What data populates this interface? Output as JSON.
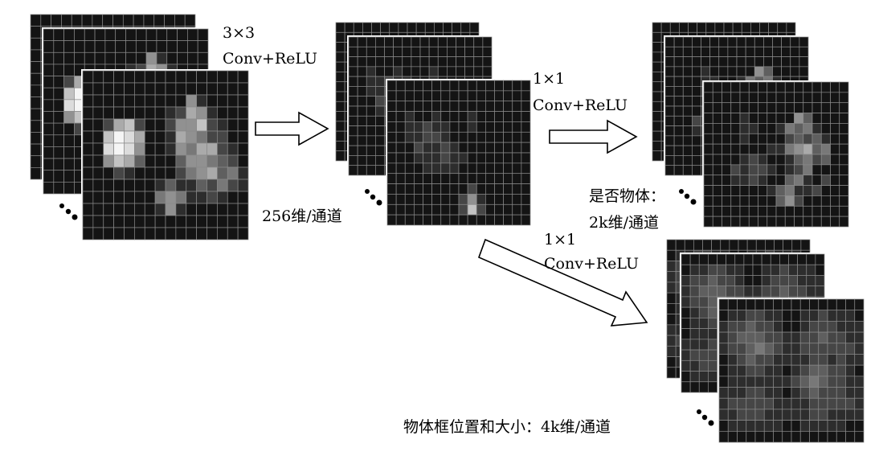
{
  "stacks": [
    {
      "id": "input",
      "name": "input-feature-stack",
      "cells": [
        [
          1,
          1,
          1,
          1,
          1,
          1,
          1,
          1,
          1,
          1,
          1,
          1,
          1,
          1,
          1,
          1
        ],
        [
          1,
          1,
          1,
          1,
          1,
          1,
          1,
          1,
          1,
          1,
          1,
          1,
          1,
          1,
          1,
          1
        ],
        [
          1,
          1,
          1,
          1,
          1,
          1,
          1,
          1,
          1,
          1,
          6,
          2,
          1,
          1,
          1,
          1
        ],
        [
          1,
          1,
          1,
          1,
          1,
          1,
          1,
          1,
          2,
          3,
          7,
          6,
          2,
          1,
          1,
          1
        ],
        [
          1,
          1,
          3,
          7,
          8,
          3,
          1,
          1,
          3,
          6,
          6,
          8,
          3,
          2,
          1,
          1
        ],
        [
          1,
          1,
          8,
          10,
          9,
          7,
          1,
          1,
          2,
          7,
          6,
          5,
          3,
          3,
          1,
          1
        ],
        [
          1,
          1,
          9,
          10,
          9,
          6,
          1,
          1,
          2,
          6,
          5,
          7,
          7,
          3,
          2,
          1
        ],
        [
          1,
          1,
          6,
          8,
          7,
          4,
          1,
          1,
          1,
          4,
          6,
          6,
          5,
          4,
          3,
          1
        ],
        [
          1,
          1,
          1,
          3,
          2,
          1,
          1,
          1,
          1,
          3,
          5,
          6,
          7,
          4,
          5,
          2
        ],
        [
          1,
          1,
          1,
          1,
          1,
          1,
          1,
          2,
          4,
          2,
          2,
          4,
          3,
          5,
          3,
          2
        ],
        [
          1,
          1,
          1,
          1,
          1,
          1,
          1,
          5,
          6,
          5,
          2,
          2,
          3,
          2,
          1,
          1
        ],
        [
          1,
          1,
          1,
          1,
          1,
          1,
          1,
          2,
          6,
          2,
          1,
          1,
          1,
          1,
          1,
          1
        ],
        [
          1,
          1,
          1,
          1,
          1,
          1,
          1,
          1,
          1,
          1,
          1,
          1,
          1,
          1,
          1,
          1
        ],
        [
          1,
          1,
          1,
          1,
          1,
          1,
          1,
          1,
          1,
          1,
          1,
          1,
          1,
          1,
          1,
          1
        ]
      ]
    },
    {
      "id": "mid",
      "name": "intermediate-feature-stack",
      "cells": [
        [
          1,
          1,
          1,
          1,
          1,
          1,
          1,
          1,
          1,
          1,
          1,
          1,
          1,
          1,
          1,
          1
        ],
        [
          1,
          1,
          1,
          1,
          1,
          1,
          1,
          1,
          1,
          1,
          1,
          1,
          1,
          1,
          1,
          1
        ],
        [
          1,
          1,
          1,
          1,
          1,
          1,
          1,
          1,
          1,
          1,
          1,
          1,
          1,
          1,
          1,
          1
        ],
        [
          1,
          1,
          2,
          1,
          1,
          2,
          1,
          1,
          1,
          2,
          1,
          1,
          1,
          1,
          1,
          1
        ],
        [
          1,
          1,
          2,
          2,
          3,
          2,
          2,
          1,
          1,
          2,
          1,
          1,
          1,
          1,
          1,
          1
        ],
        [
          1,
          1,
          2,
          2,
          3,
          3,
          2,
          1,
          1,
          1,
          1,
          1,
          1,
          1,
          1,
          1
        ],
        [
          1,
          1,
          1,
          3,
          2,
          2,
          3,
          2,
          1,
          1,
          1,
          1,
          1,
          1,
          1,
          1
        ],
        [
          1,
          1,
          1,
          2,
          2,
          2,
          3,
          2,
          2,
          1,
          1,
          1,
          1,
          1,
          1,
          1
        ],
        [
          1,
          1,
          1,
          1,
          2,
          2,
          2,
          2,
          1,
          1,
          1,
          1,
          1,
          1,
          1,
          1
        ],
        [
          1,
          1,
          1,
          1,
          1,
          1,
          1,
          1,
          1,
          1,
          1,
          1,
          1,
          1,
          1,
          1
        ],
        [
          1,
          1,
          1,
          1,
          1,
          1,
          1,
          1,
          1,
          3,
          1,
          1,
          1,
          1,
          1,
          1
        ],
        [
          1,
          1,
          1,
          1,
          1,
          1,
          1,
          1,
          3,
          6,
          2,
          1,
          1,
          1,
          1,
          1
        ],
        [
          1,
          1,
          1,
          1,
          1,
          1,
          1,
          1,
          3,
          8,
          3,
          1,
          1,
          1,
          1,
          1
        ],
        [
          1,
          1,
          1,
          1,
          1,
          1,
          1,
          1,
          1,
          1,
          1,
          1,
          1,
          1,
          1,
          1
        ]
      ]
    },
    {
      "id": "cls",
      "name": "objectness-feature-stack",
      "cells": [
        [
          1,
          1,
          1,
          1,
          1,
          1,
          1,
          1,
          1,
          1,
          1,
          1,
          1,
          1,
          1,
          1
        ],
        [
          1,
          1,
          1,
          1,
          1,
          1,
          1,
          1,
          1,
          1,
          1,
          1,
          1,
          1,
          1,
          1
        ],
        [
          1,
          1,
          1,
          1,
          1,
          1,
          1,
          1,
          1,
          1,
          1,
          1,
          1,
          1,
          1,
          1
        ],
        [
          1,
          1,
          1,
          1,
          2,
          1,
          1,
          1,
          1,
          1,
          6,
          4,
          1,
          1,
          1,
          1
        ],
        [
          1,
          1,
          1,
          1,
          2,
          2,
          1,
          1,
          2,
          5,
          4,
          5,
          2,
          1,
          1,
          1
        ],
        [
          1,
          1,
          1,
          1,
          2,
          1,
          1,
          1,
          1,
          3,
          4,
          3,
          4,
          2,
          1,
          1
        ],
        [
          1,
          1,
          1,
          1,
          1,
          1,
          1,
          2,
          2,
          5,
          6,
          7,
          4,
          5,
          1,
          1
        ],
        [
          1,
          1,
          1,
          1,
          2,
          3,
          2,
          1,
          1,
          2,
          4,
          5,
          3,
          4,
          1,
          1
        ],
        [
          1,
          1,
          1,
          3,
          2,
          3,
          3,
          2,
          1,
          2,
          3,
          5,
          1,
          1,
          1,
          1
        ],
        [
          1,
          1,
          1,
          2,
          2,
          3,
          2,
          1,
          1,
          4,
          5,
          2,
          1,
          3,
          1,
          1
        ],
        [
          1,
          1,
          1,
          1,
          1,
          1,
          1,
          2,
          4,
          5,
          2,
          2,
          3,
          1,
          1,
          1
        ],
        [
          1,
          1,
          1,
          1,
          1,
          1,
          1,
          1,
          4,
          6,
          3,
          1,
          1,
          1,
          1,
          1
        ],
        [
          1,
          1,
          1,
          1,
          1,
          1,
          1,
          1,
          1,
          1,
          1,
          1,
          1,
          1,
          1,
          1
        ],
        [
          1,
          1,
          1,
          1,
          1,
          1,
          1,
          1,
          1,
          1,
          1,
          1,
          1,
          1,
          1,
          1
        ]
      ]
    },
    {
      "id": "box",
      "name": "box-regression-feature-stack",
      "cells": [
        [
          1,
          1,
          1,
          1,
          1,
          1,
          1,
          1,
          1,
          1,
          1,
          1,
          1,
          1,
          1,
          1
        ],
        [
          1,
          2,
          2,
          3,
          3,
          2,
          2,
          1,
          1,
          2,
          2,
          3,
          2,
          2,
          2,
          1
        ],
        [
          2,
          3,
          3,
          4,
          3,
          3,
          2,
          1,
          1,
          2,
          3,
          3,
          3,
          2,
          2,
          2
        ],
        [
          2,
          3,
          4,
          4,
          4,
          3,
          3,
          2,
          2,
          3,
          3,
          4,
          3,
          3,
          2,
          2
        ],
        [
          2,
          3,
          3,
          4,
          5,
          4,
          3,
          2,
          2,
          3,
          3,
          3,
          3,
          3,
          3,
          2
        ],
        [
          1,
          2,
          3,
          4,
          3,
          3,
          2,
          2,
          2,
          2,
          3,
          3,
          2,
          3,
          2,
          2
        ],
        [
          1,
          2,
          2,
          3,
          3,
          2,
          2,
          1,
          2,
          3,
          4,
          4,
          3,
          3,
          2,
          1
        ],
        [
          1,
          2,
          2,
          2,
          2,
          2,
          2,
          2,
          3,
          4,
          5,
          4,
          3,
          3,
          2,
          2
        ],
        [
          2,
          2,
          2,
          3,
          3,
          2,
          2,
          1,
          2,
          3,
          4,
          3,
          3,
          3,
          2,
          2
        ],
        [
          2,
          3,
          3,
          3,
          3,
          3,
          2,
          2,
          2,
          2,
          3,
          3,
          3,
          3,
          3,
          2
        ],
        [
          2,
          2,
          3,
          3,
          3,
          2,
          2,
          2,
          2,
          2,
          3,
          3,
          2,
          2,
          2,
          2
        ],
        [
          1,
          2,
          2,
          2,
          2,
          2,
          2,
          1,
          1,
          2,
          2,
          2,
          2,
          2,
          1,
          1
        ],
        [
          1,
          1,
          1,
          1,
          1,
          1,
          1,
          1,
          1,
          1,
          1,
          1,
          1,
          1,
          1,
          1
        ]
      ]
    }
  ],
  "labels": {
    "conv3": "3×3",
    "conv_relu": "Conv+ReLU",
    "conv1": "1×1",
    "mid_dim": "256维/通道",
    "cls_title": "是否物体：",
    "cls_dim": "2k维/通道",
    "box_label": "物体框位置和大小：4k维/通道"
  }
}
